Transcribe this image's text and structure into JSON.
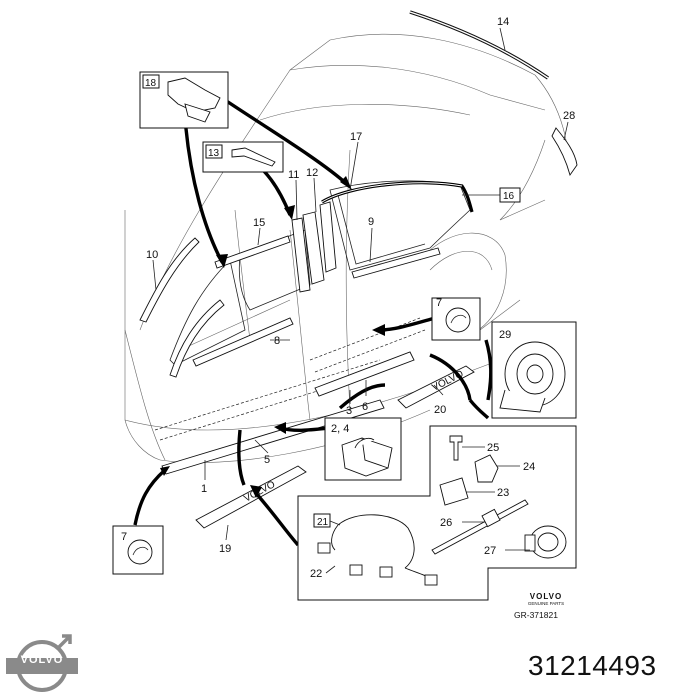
{
  "diagram": {
    "callouts": [
      {
        "id": "c14",
        "text": "14",
        "boxed": false
      },
      {
        "id": "c28",
        "text": "28",
        "boxed": false
      },
      {
        "id": "c18",
        "text": "18",
        "boxed": true
      },
      {
        "id": "c13",
        "text": "13",
        "boxed": true
      },
      {
        "id": "c17",
        "text": "17",
        "boxed": false
      },
      {
        "id": "c11",
        "text": "11",
        "boxed": false
      },
      {
        "id": "c12",
        "text": "12",
        "boxed": false
      },
      {
        "id": "c16",
        "text": "16",
        "boxed": true
      },
      {
        "id": "c15",
        "text": "15",
        "boxed": false
      },
      {
        "id": "c9",
        "text": "9",
        "boxed": false
      },
      {
        "id": "c10",
        "text": "10",
        "boxed": false
      },
      {
        "id": "c7a",
        "text": "7",
        "boxed": false
      },
      {
        "id": "c29",
        "text": "29",
        "boxed": false
      },
      {
        "id": "c8",
        "text": "8",
        "boxed": false
      },
      {
        "id": "c3",
        "text": "3",
        "boxed": false
      },
      {
        "id": "c6",
        "text": "6",
        "boxed": false
      },
      {
        "id": "c20",
        "text": "20",
        "boxed": false
      },
      {
        "id": "c24x",
        "text": "2, 4",
        "boxed": false
      },
      {
        "id": "c25",
        "text": "25",
        "boxed": false
      },
      {
        "id": "c24",
        "text": "24",
        "boxed": false
      },
      {
        "id": "c5",
        "text": "5",
        "boxed": false
      },
      {
        "id": "c1",
        "text": "1",
        "boxed": false
      },
      {
        "id": "c23",
        "text": "23",
        "boxed": false
      },
      {
        "id": "c21",
        "text": "21",
        "boxed": true
      },
      {
        "id": "c26",
        "text": "26",
        "boxed": false
      },
      {
        "id": "c7b",
        "text": "7",
        "boxed": false
      },
      {
        "id": "c19",
        "text": "19",
        "boxed": false
      },
      {
        "id": "c27",
        "text": "27",
        "boxed": false
      },
      {
        "id": "c22",
        "text": "22",
        "boxed": false
      }
    ],
    "brand": "VOLVO",
    "brand_sub": "GENUINE PARTS",
    "code": "GR-371821",
    "sill_text": "VOLVO"
  },
  "logo": {
    "text": "VOLVO",
    "color": "#8a8a8a"
  },
  "part_number": "31214493"
}
